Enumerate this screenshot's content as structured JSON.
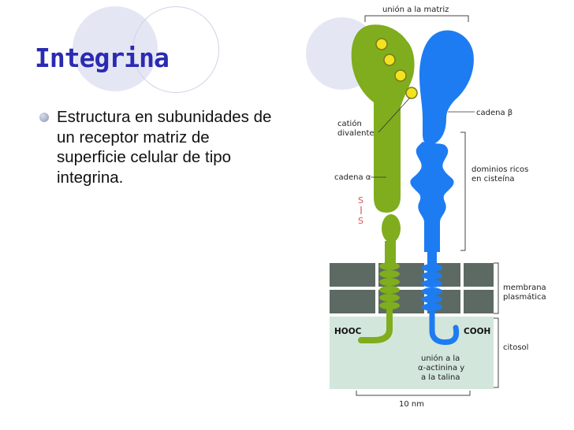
{
  "slide": {
    "title": "Integrina",
    "bullets": [
      "Estructura en subunidades de un receptor matriz de superficie celular de tipo integrina."
    ]
  },
  "diagram": {
    "labels": {
      "union_matriz": "unión a la matriz",
      "cadena_beta": "cadena β",
      "cation_line1": "catión",
      "cation_line2": "divalente",
      "cadena_alfa": "cadena α",
      "dominios_line1": "dominios ricos",
      "dominios_line2": "en cisteína",
      "s_top": "S",
      "s_bottom": "S",
      "membrana_line1": "membrana",
      "membrana_line2": "plasmática",
      "hooc": "HOOC",
      "cooh": "COOH",
      "citosol": "citosol",
      "union_line1": "unión a la",
      "union_line2": "α-actinina y",
      "union_line3": "a la talina",
      "scale": "10 nm"
    },
    "colors": {
      "alpha_chain": "#7fad1e",
      "beta_chain": "#1d7cf2",
      "cation": "#f2e31c",
      "membrane": "#5d6a63",
      "cytosol": "#d3e6dc",
      "disulfide": "#d9535a"
    }
  }
}
